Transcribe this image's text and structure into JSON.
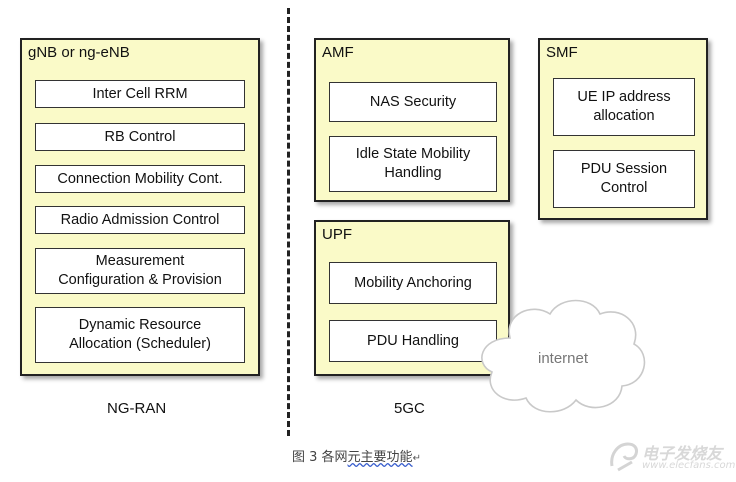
{
  "ran": {
    "title": "gNB or ng-eNB",
    "functions": [
      "Inter Cell RRM",
      "RB Control",
      "Connection Mobility Cont.",
      "Radio Admission Control",
      "Measurement\nConfiguration & Provision",
      "Dynamic Resource\nAllocation (Scheduler)"
    ],
    "label": "NG-RAN"
  },
  "amf": {
    "title": "AMF",
    "functions": [
      "NAS Security",
      "Idle State Mobility\nHandling"
    ]
  },
  "smf": {
    "title": "SMF",
    "functions": [
      "UE IP address\nallocation",
      "PDU Session\nControl"
    ]
  },
  "upf": {
    "title": "UPF",
    "functions": [
      "Mobility Anchoring",
      "PDU Handling"
    ]
  },
  "core_label": "5GC",
  "cloud_label": "internet",
  "caption": {
    "prefix": "图 3   各网",
    "underlined": "元主要功能",
    "mark": "↵"
  },
  "watermark": {
    "text": "电子发烧友",
    "url": "www.elecfans.com"
  },
  "colors": {
    "node_fill": "#fafac8",
    "function_fill": "#ffffff",
    "border": "#222222"
  }
}
